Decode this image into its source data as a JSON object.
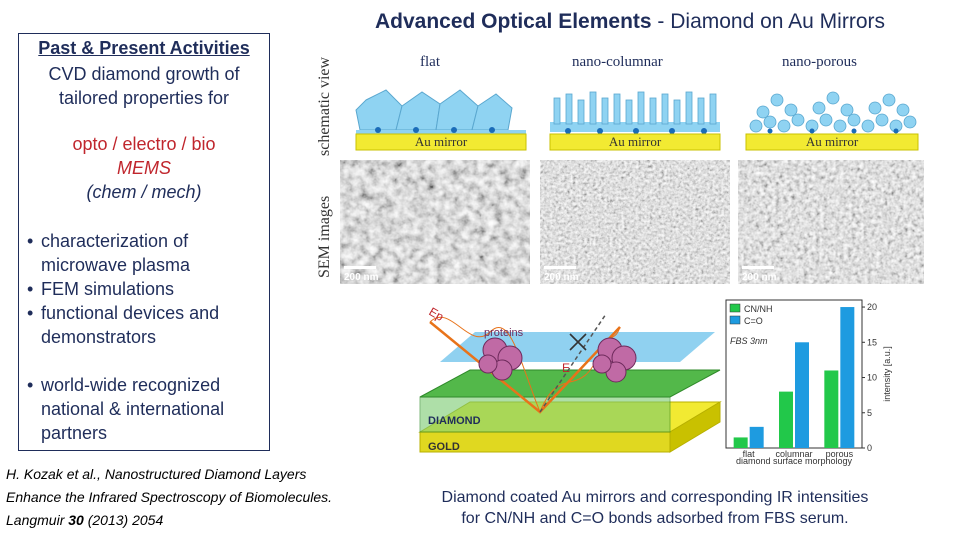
{
  "title": {
    "bold": "Advanced Optical Elements",
    "rest": " - Diamond on Au Mirrors"
  },
  "left_panel": {
    "heading": "Past & Present Activities",
    "sub_line1": "CVD diamond growth of",
    "sub_line2": "tailored properties for",
    "opto_line": "opto / electro / bio",
    "mems_line": "MEMS",
    "chem_line": "(chem / mech)",
    "bullets": [
      {
        "line1": "characterization of",
        "line2": "microwave plasma"
      },
      {
        "line1": "FEM simulations",
        "line2": ""
      },
      {
        "line1": "functional devices and",
        "line2": "demonstrators"
      }
    ],
    "bullet_last": {
      "line1": "world-wide recognized",
      "line2": "national & international",
      "line3": "partners"
    }
  },
  "figure": {
    "columns": [
      "flat",
      "nano-columnar",
      "nano-porous"
    ],
    "row_label_schematic": "schematic view",
    "row_label_sem": "SEM images",
    "mirror_label": "Au mirror",
    "scale_bar": "200 nm",
    "setup": {
      "ep_label": "Ep",
      "proteins_label": "proteins",
      "e_label": "E",
      "diamond_label": "DIAMOND",
      "gold_label": "GOLD"
    },
    "colors": {
      "gold": "#f2ea32",
      "diamond_blue": "#84ccee",
      "plate_green": "#53b84a",
      "cn_green": "#22c84a",
      "co_blue": "#1e9be0"
    }
  },
  "chart_data": {
    "type": "bar",
    "categories": [
      "flat",
      "columnar",
      "porous"
    ],
    "series": [
      {
        "name": "CN/NH",
        "values": [
          1.5,
          8,
          11
        ]
      },
      {
        "name": "C=O",
        "values": [
          3,
          15,
          20
        ]
      }
    ],
    "annotation": "FBS 3nm",
    "xlabel": "diamond surface morphology",
    "ylabel": "intensity [a.u.]",
    "ylim": [
      0,
      21
    ],
    "yticks": [
      0,
      5,
      10,
      15,
      20
    ],
    "legend_position": "top-left"
  },
  "reference": {
    "line1": "H. Kozak et al., Nanostructured Diamond Layers",
    "line2": "Enhance the Infrared Spectroscopy of Biomolecules.",
    "line3_journal": "Langmuir ",
    "line3_volume": "30",
    "line3_rest": " (2013) 2054"
  },
  "caption": {
    "line1": "Diamond coated Au mirrors and corresponding IR intensities",
    "line2": "for CN/NH and C=O bonds adsorbed from FBS serum."
  }
}
